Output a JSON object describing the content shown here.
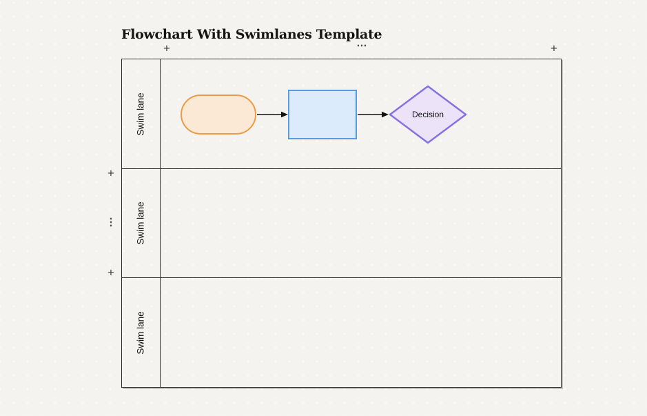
{
  "title": "Flowchart With Swimlanes Template",
  "controls": {
    "add_top_left": "+",
    "more_top": "⋯",
    "add_top_right": "+",
    "add_left_top": "+",
    "more_left": "⋮",
    "add_left_bottom": "+"
  },
  "swimlanes": [
    {
      "label": "Swim lane"
    },
    {
      "label": "Swim lane"
    },
    {
      "label": "Swim lane"
    }
  ],
  "shapes": {
    "terminator": {
      "label": "",
      "fill": "#fbe9d6",
      "stroke": "#ec9b44"
    },
    "process": {
      "label": "",
      "fill": "#dcebfc",
      "stroke": "#569be0"
    },
    "decision": {
      "label": "Decision",
      "fill": "#ece3f9",
      "stroke": "#8471e2"
    }
  },
  "colors": {
    "canvas_background": "#f4f3f0",
    "table_border": "#2e2e2e",
    "connector": "#111111"
  }
}
